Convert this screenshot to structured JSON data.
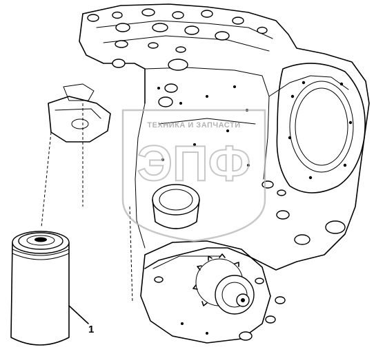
{
  "diagram": {
    "part_labels": [
      {
        "id": "1",
        "text": "1"
      }
    ],
    "watermark": {
      "top_text": "ТЕХНИКА И ЗАПЧАСТИ",
      "logo_text": "ЭПФ",
      "color": "#b0b0b0"
    },
    "line_color": "#000000",
    "background": "#ffffff"
  }
}
